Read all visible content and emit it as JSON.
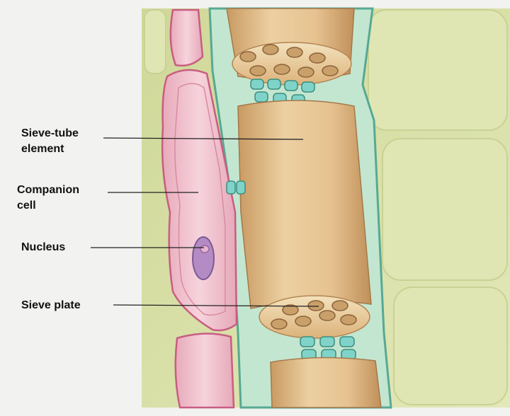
{
  "labels": {
    "sieve_tube": [
      "Sieve-tube",
      "element"
    ],
    "companion": [
      "Companion",
      "cell"
    ],
    "nucleus": [
      "Nucleus"
    ],
    "sieve_plate": [
      "Sieve plate"
    ]
  },
  "colors": {
    "page_background": "#f2f2f0",
    "tissue_background": "#d9e0a6",
    "cell_wall": "#bfe3c9",
    "wall_outline": "#4fa68f",
    "sieve_tube": "#e2bd8a",
    "companion_cell": "#f0c4cf",
    "companion_outline": "#c85d82",
    "nucleus": "#b48bc4"
  }
}
